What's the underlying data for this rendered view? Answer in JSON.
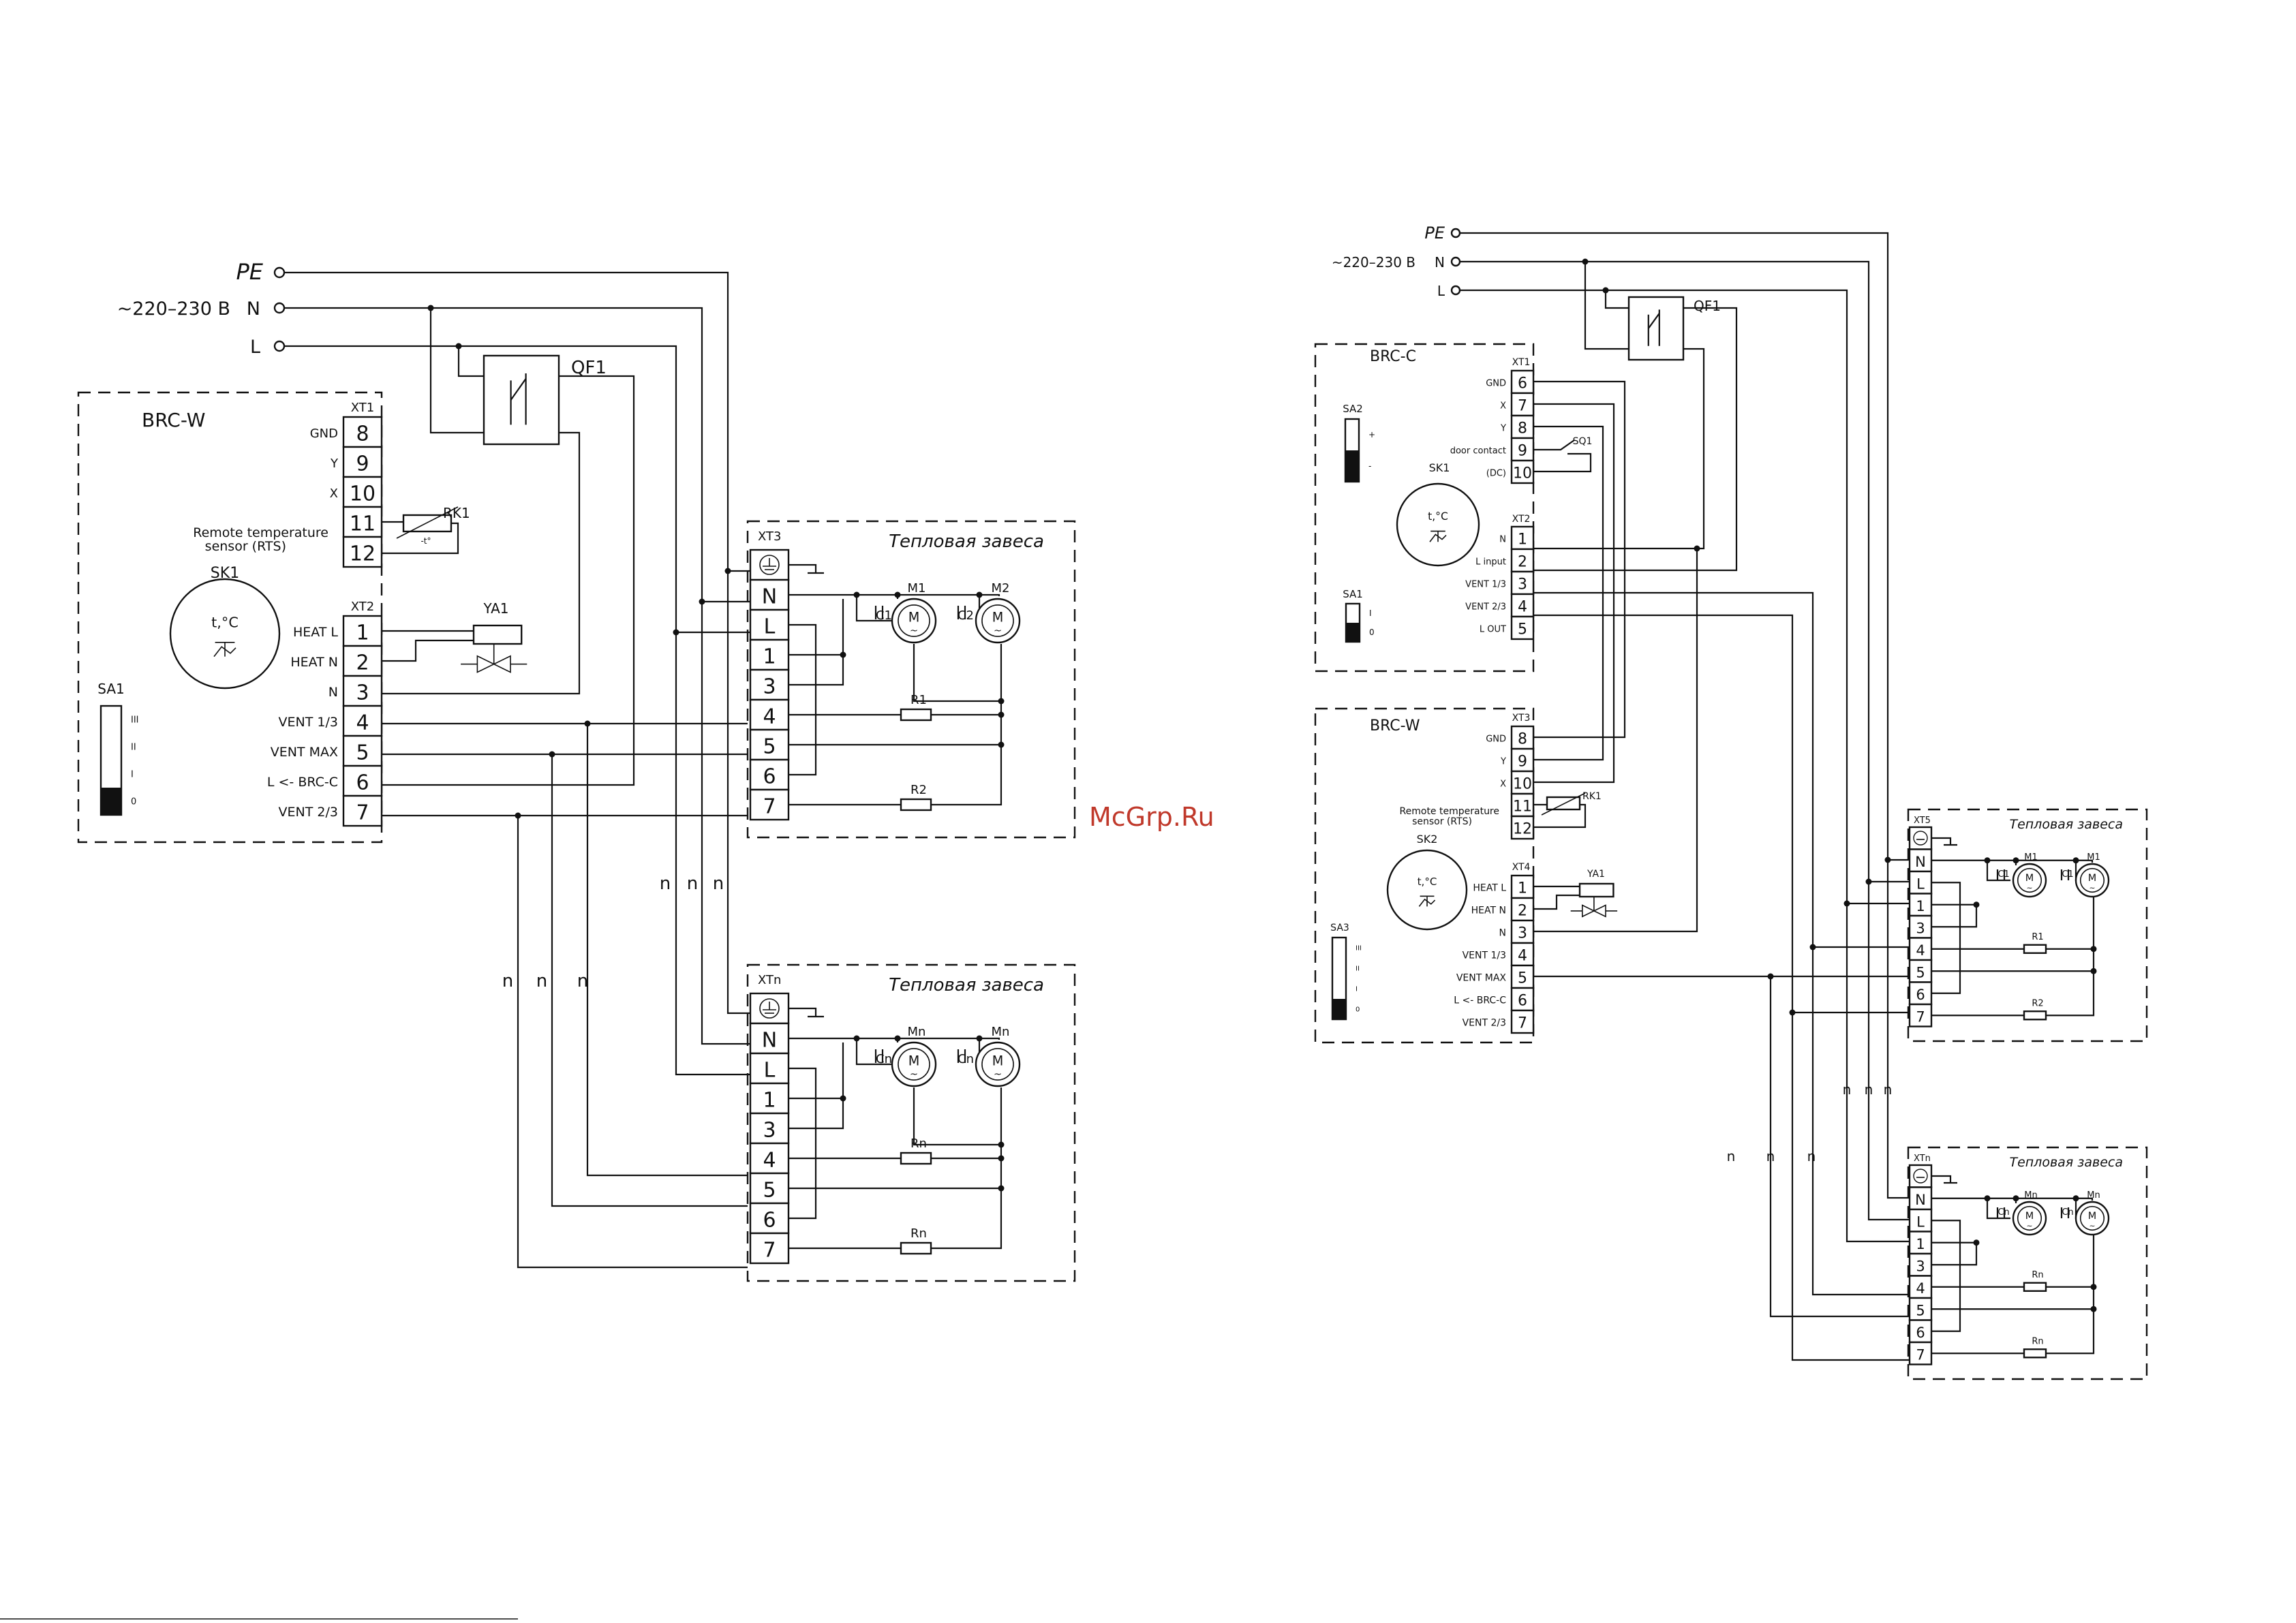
{
  "supply": {
    "pe": "PE",
    "voltage": "~220–230 В",
    "n": "N",
    "l": "L",
    "breaker": "QF1"
  },
  "left": {
    "controller": "BRC-W",
    "xt1": {
      "label": "XT1",
      "rows": [
        {
          "name": "GND",
          "num": "8"
        },
        {
          "name": "Y",
          "num": "9"
        },
        {
          "name": "X",
          "num": "10"
        },
        {
          "name": "",
          "num": "11"
        },
        {
          "name": "",
          "num": "12"
        }
      ]
    },
    "rts_line1": "Remote temperature",
    "rts_line2": "sensor (RTS)",
    "rk": "RK1",
    "rk_sym": "-t°",
    "sk": "SK1",
    "sk_temp": "t,°C",
    "sa": "SA1",
    "sa_marks": [
      "III",
      "II",
      "I",
      "0"
    ],
    "xt2": {
      "label": "XT2",
      "rows": [
        {
          "name": "HEAT L",
          "num": "1"
        },
        {
          "name": "HEAT N",
          "num": "2"
        },
        {
          "name": "N",
          "num": "3"
        },
        {
          "name": "VENT 1/3",
          "num": "4"
        },
        {
          "name": "VENT MAX",
          "num": "5"
        },
        {
          "name": "L <- BRC-C",
          "num": "6"
        },
        {
          "name": "VENT 2/3",
          "num": "7"
        }
      ]
    },
    "valve": "YA1",
    "unit1": {
      "title": "Тепловая завеса",
      "xt": "XT3",
      "terms": [
        "N",
        "L",
        "1",
        "3",
        "4",
        "5",
        "6",
        "7"
      ],
      "c1": "C1",
      "c2": "C2",
      "m1": "M1",
      "m2": "M2",
      "r1": "R1",
      "r2": "R2"
    },
    "unit2": {
      "title": "Тепловая завеса",
      "xt": "XTn",
      "terms": [
        "N",
        "L",
        "1",
        "3",
        "4",
        "5",
        "6",
        "7"
      ],
      "c1": "Cn",
      "c2": "Cn",
      "m1": "Mn",
      "m2": "Mn",
      "r1": "Rn",
      "r2": "Rn"
    },
    "n_marks": [
      "n",
      "n",
      "n"
    ]
  },
  "right": {
    "brcc": {
      "title": "BRC-C",
      "xt1": {
        "label": "XT1",
        "rows": [
          {
            "name": "GND",
            "num": "6"
          },
          {
            "name": "X",
            "num": "7"
          },
          {
            "name": "Y",
            "num": "8"
          },
          {
            "name": "door contact",
            "num": "9"
          },
          {
            "name": "(DC)",
            "num": "10"
          }
        ]
      },
      "sq": "SQ1",
      "sa2": "SA2",
      "sa2_marks": [
        "+",
        "-"
      ],
      "sk": "SK1",
      "sk_temp": "t,°C",
      "sa1": "SA1",
      "sa1_marks": [
        "I",
        "0"
      ],
      "xt2": {
        "label": "XT2",
        "rows": [
          {
            "name": "N",
            "num": "1"
          },
          {
            "name": "L input",
            "num": "2"
          },
          {
            "name": "VENT 1/3",
            "num": "3"
          },
          {
            "name": "VENT 2/3",
            "num": "4"
          },
          {
            "name": "L OUT",
            "num": "5"
          }
        ]
      }
    },
    "brcw": {
      "title": "BRC-W",
      "xt3": {
        "label": "XT3",
        "rows": [
          {
            "name": "GND",
            "num": "8"
          },
          {
            "name": "Y",
            "num": "9"
          },
          {
            "name": "X",
            "num": "10"
          },
          {
            "name": "",
            "num": "11"
          },
          {
            "name": "",
            "num": "12"
          }
        ]
      },
      "rts_line1": "Remote temperature",
      "rts_line2": "sensor (RTS)",
      "rk": "RK1",
      "sk": "SK2",
      "sk_temp": "t,°C",
      "sa": "SA3",
      "sa_marks": [
        "III",
        "II",
        "I",
        "0"
      ],
      "xt4": {
        "label": "XT4",
        "rows": [
          {
            "name": "HEAT L",
            "num": "1"
          },
          {
            "name": "HEAT N",
            "num": "2"
          },
          {
            "name": "N",
            "num": "3"
          },
          {
            "name": "VENT 1/3",
            "num": "4"
          },
          {
            "name": "VENT MAX",
            "num": "5"
          },
          {
            "name": "L <- BRC-C",
            "num": "6"
          },
          {
            "name": "VENT 2/3",
            "num": "7"
          }
        ]
      },
      "valve": "YA1"
    },
    "unit1": {
      "title": "Тепловая завеса",
      "xt": "XT5",
      "terms": [
        "N",
        "L",
        "1",
        "3",
        "4",
        "5",
        "6",
        "7"
      ],
      "c1": "C1",
      "c2": "C1",
      "m1": "M1",
      "m2": "M1",
      "r1": "R1",
      "r2": "R2"
    },
    "unit2": {
      "title": "Тепловая завеса",
      "xt": "XTn",
      "terms": [
        "N",
        "L",
        "1",
        "3",
        "4",
        "5",
        "6",
        "7"
      ],
      "c1": "Cn",
      "c2": "Cn",
      "m1": "Mn",
      "m2": "Mn",
      "r1": "Rn",
      "r2": "Rn"
    },
    "n_marks": [
      "n",
      "n",
      "n"
    ]
  },
  "motor": {
    "label": "M",
    "sym": "~"
  },
  "watermark": "McGrp.Ru"
}
